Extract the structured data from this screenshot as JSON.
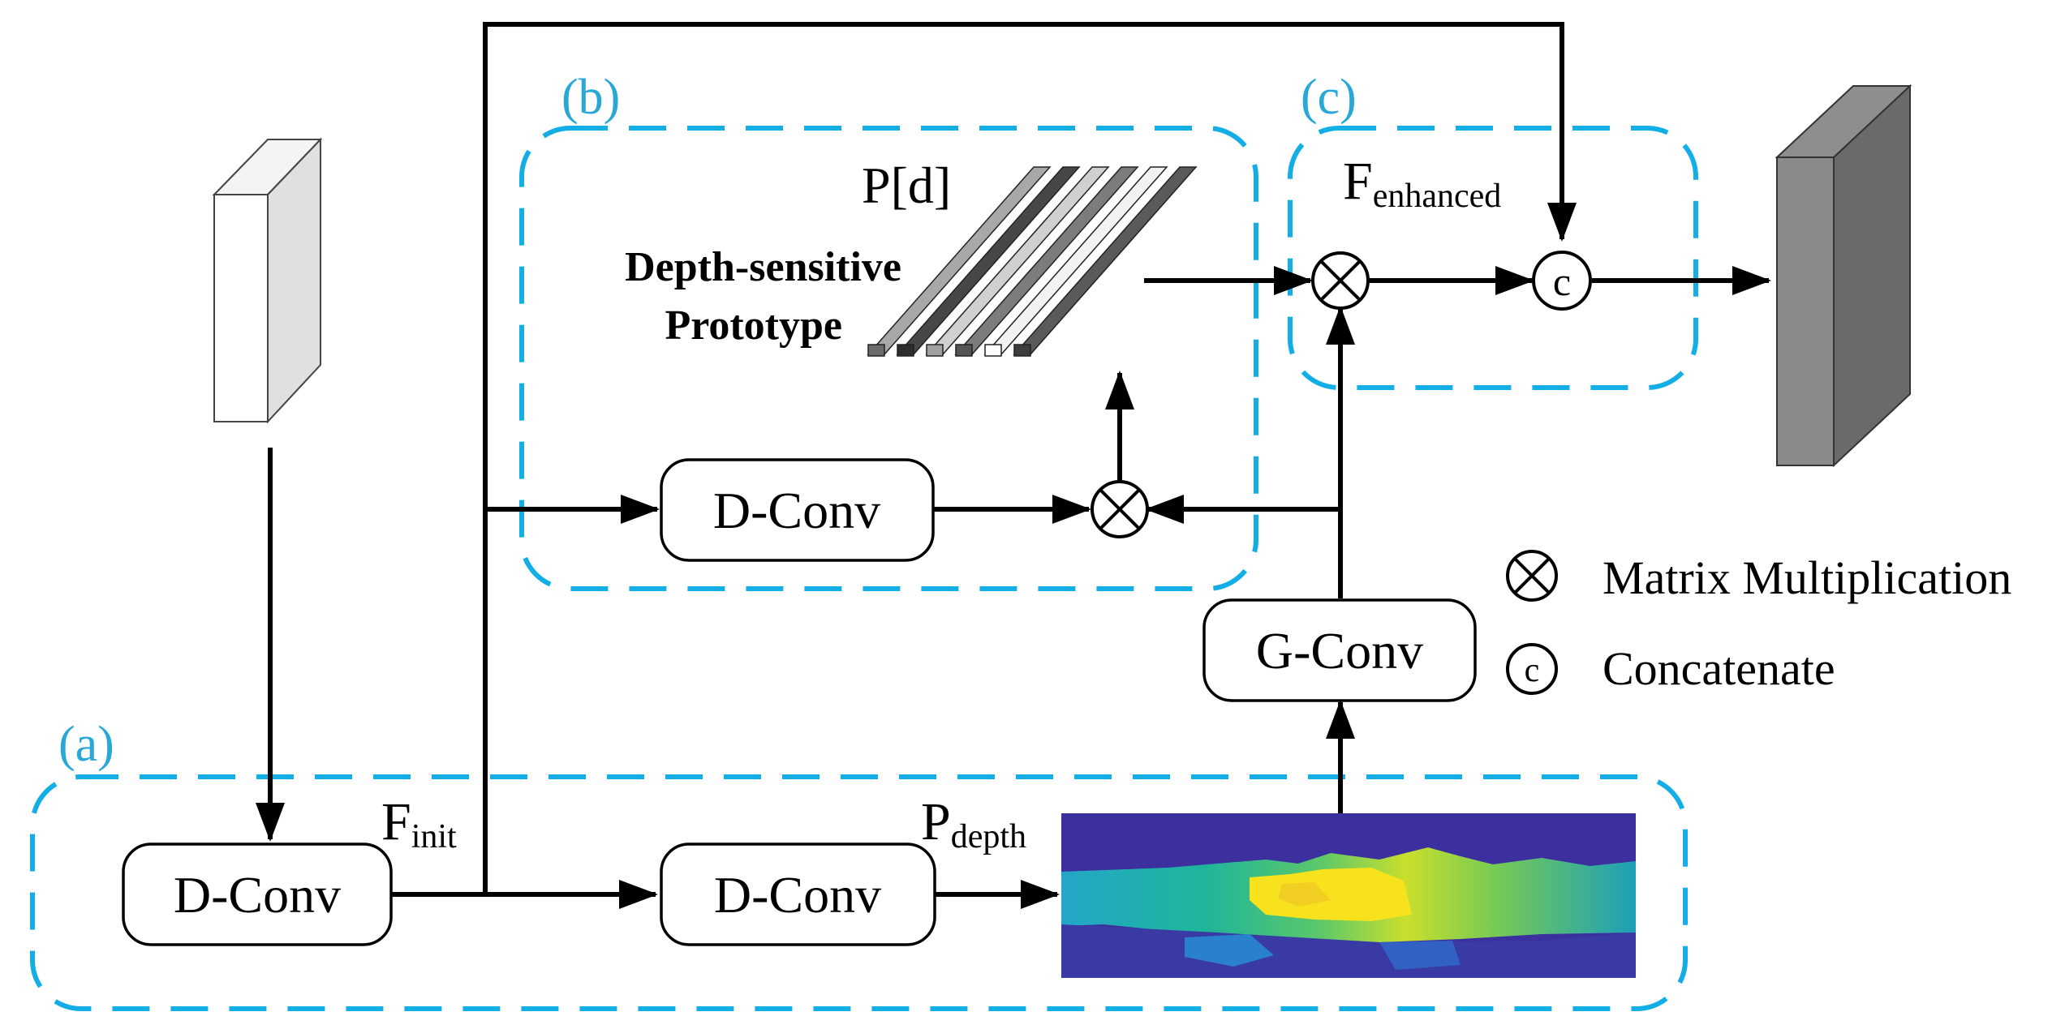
{
  "sections": {
    "a": "(a)",
    "b": "(b)",
    "c": "(c)"
  },
  "blocks": {
    "dconv_init": "D-Conv",
    "dconv_depth": "D-Conv",
    "dconv_proto": "D-Conv",
    "gconv": "G-Conv"
  },
  "labels": {
    "f_init_main": "F",
    "f_init_sub": "init",
    "p_depth_main": "P",
    "p_depth_sub": "depth",
    "p_d": "P[d]",
    "proto_line1": "Depth-sensitive",
    "proto_line2": "Prototype",
    "f_enh_main": "F",
    "f_enh_sub": "enhanced"
  },
  "operators": {
    "concat_glyph": "c"
  },
  "legend": {
    "matmul": "Matrix Multiplication",
    "concat": "Concatenate"
  },
  "colors": {
    "dash_box": "#14aee6",
    "section_label": "#29a8d8",
    "depth_far": "#3c2f9e",
    "depth_near": "#f8e21e"
  }
}
